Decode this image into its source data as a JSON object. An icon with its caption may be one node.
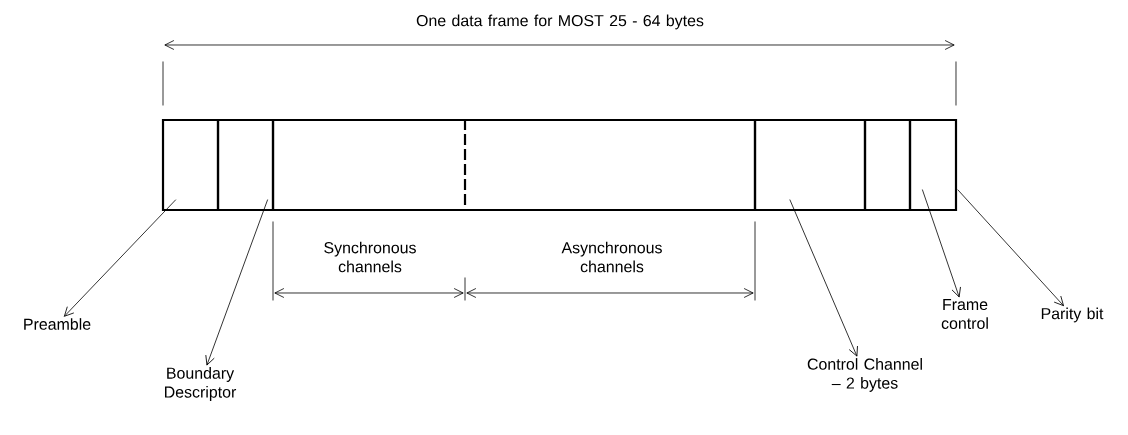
{
  "diagram": {
    "nodes": [
      {
        "text": [],
        "shape": "box"
      },
      {
        "text": [],
        "shape": "box"
      },
      {
        "text": [],
        "shape": "box"
      },
      {
        "text": [],
        "shape": "box"
      },
      {
        "text": [],
        "shape": "box"
      },
      {
        "text": [],
        "shape": "box"
      },
      {
        "text": [],
        "shape": "box"
      },
      {
        "text": [
          "Preamble"
        ]
      },
      {
        "text": [
          "Boundary Descriptor"
        ]
      },
      {
        "text": [
          "Control Channel – 2 bytes"
        ]
      },
      {
        "text": [
          "Frame control"
        ]
      },
      {
        "text": [
          "Parity bit"
        ]
      }
    ],
    "edges": [
      {
        "from": 0,
        "to": 7,
        "arrow": "to"
      },
      {
        "from": 1,
        "to": 8,
        "arrow": "to"
      },
      {
        "from": 4,
        "to": 9,
        "arrow": "to"
      },
      {
        "from": 5,
        "to": 10,
        "arrow": "to"
      },
      {
        "from": 6,
        "to": 11,
        "arrow": "to"
      }
    ],
    "labels": [
      "One data frame for MOST 25 - 64 bytes",
      "Synchronous channels",
      "Asynchronous channels"
    ]
  }
}
